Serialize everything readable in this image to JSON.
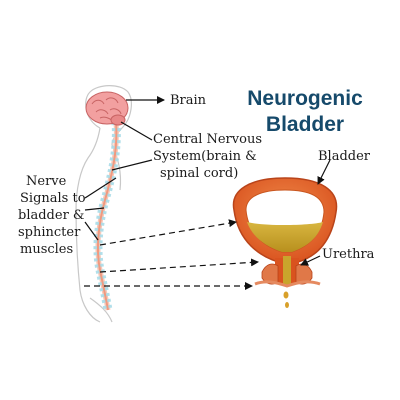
{
  "title": {
    "line1": "Neurogenic",
    "line2": "Bladder",
    "color": "#164a6b"
  },
  "labels": {
    "brain": "Brain",
    "cns_line1": "Central Nervous",
    "cns_line2": "System(brain &",
    "cns_line3": "spinal cord)",
    "bladder": "Bladder",
    "urethra": "Urethra",
    "nerve_line1": "Nerve",
    "nerve_line2": "Signals to",
    "nerve_line3": "bladder &",
    "nerve_line4": "sphincter",
    "nerve_line5": "muscles"
  },
  "colors": {
    "brain": "#f2a0a0",
    "spinal_cord": "#f7c8b8",
    "vertebrae": "#a9dbe8",
    "bladder_wall": "#e0622a",
    "urine": "#c9a52c",
    "drops": "#d8a02a"
  }
}
